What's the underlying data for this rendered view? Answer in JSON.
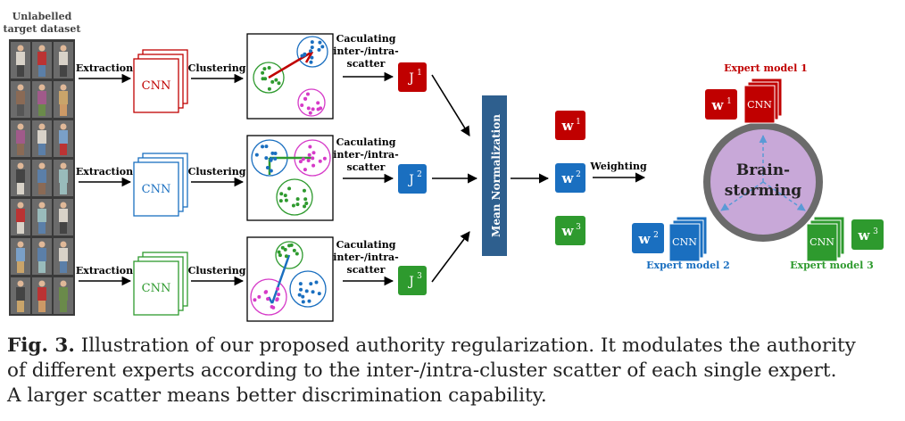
{
  "dataset_label": [
    "Unlabelled",
    "target dataset"
  ],
  "branches": [
    {
      "extraction": "Extraction",
      "cnn": "CNN",
      "clustering": "Clustering",
      "calc": [
        "Caculating",
        "inter-/intra-",
        "scatter"
      ],
      "j_base": "J",
      "j_sup": "1",
      "color": "#c00000"
    },
    {
      "extraction": "Extraction",
      "cnn": "CNN",
      "clustering": "Clustering",
      "calc": [
        "Caculating",
        "inter-/intra-",
        "scatter"
      ],
      "j_base": "J",
      "j_sup": "2",
      "color": "#1a6fc0"
    },
    {
      "extraction": "Extraction",
      "cnn": "CNN",
      "clustering": "Clustering",
      "calc": [
        "Caculating",
        "inter-/intra-",
        "scatter"
      ],
      "j_base": "J",
      "j_sup": "3",
      "color": "#2e9a2e"
    }
  ],
  "mean_norm": "Mean Normalization",
  "weights": [
    {
      "base": "w",
      "sup": "1",
      "color": "#c00000"
    },
    {
      "base": "w",
      "sup": "2",
      "color": "#1a6fc0"
    },
    {
      "base": "w",
      "sup": "3",
      "color": "#2e9a2e"
    }
  ],
  "weighting": "Weighting",
  "brainstorm": [
    "Brain-",
    "storming"
  ],
  "experts": [
    {
      "label": "Expert model 1",
      "w_base": "w",
      "w_sup": "1",
      "cnn": "CNN",
      "color": "#c00000"
    },
    {
      "label": "Expert model 2",
      "w_base": "w",
      "w_sup": "2",
      "cnn": "CNN",
      "color": "#1a6fc0"
    },
    {
      "label": "Expert model 3",
      "w_base": "w",
      "w_sup": "3",
      "cnn": "CNN",
      "color": "#2e9a2e"
    }
  ],
  "caption": {
    "fig": "Fig. 3.",
    "line1": " Illustration of our proposed authority regularization. It modulates the authority",
    "line2": "of different experts according to the inter-/intra-cluster scatter of each single expert.",
    "line3": "A larger scatter means better discrimination capability."
  }
}
